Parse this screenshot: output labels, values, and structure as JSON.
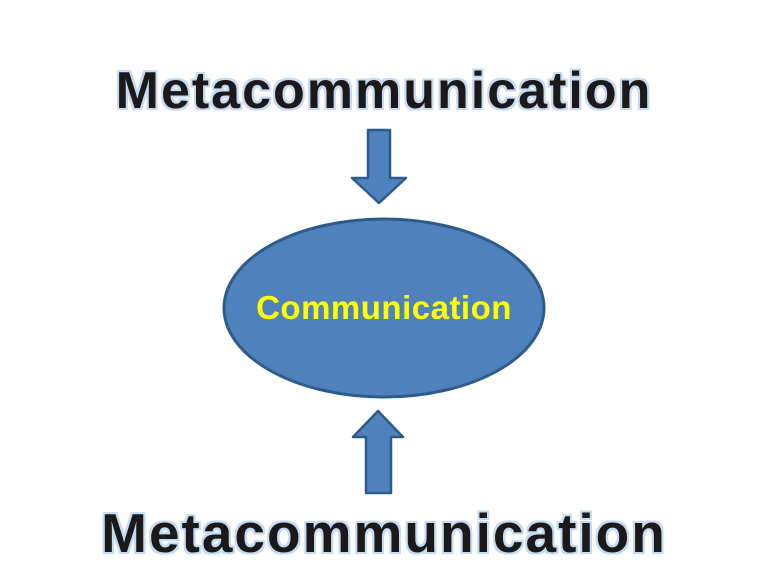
{
  "titles": {
    "top": "Metacommunication",
    "bottom": "Metacommunication"
  },
  "diagram": {
    "ellipse_label": "Communication",
    "arrow_top_direction": "down",
    "arrow_bottom_direction": "up"
  },
  "colors": {
    "background": "#ffffff",
    "shape_fill": "#4f81bd",
    "shape_border": "#2e5c8a",
    "ellipse_label_color": "#ffff00",
    "title_color": "#1a1a1a",
    "title_glow": "#c6dbf2"
  }
}
